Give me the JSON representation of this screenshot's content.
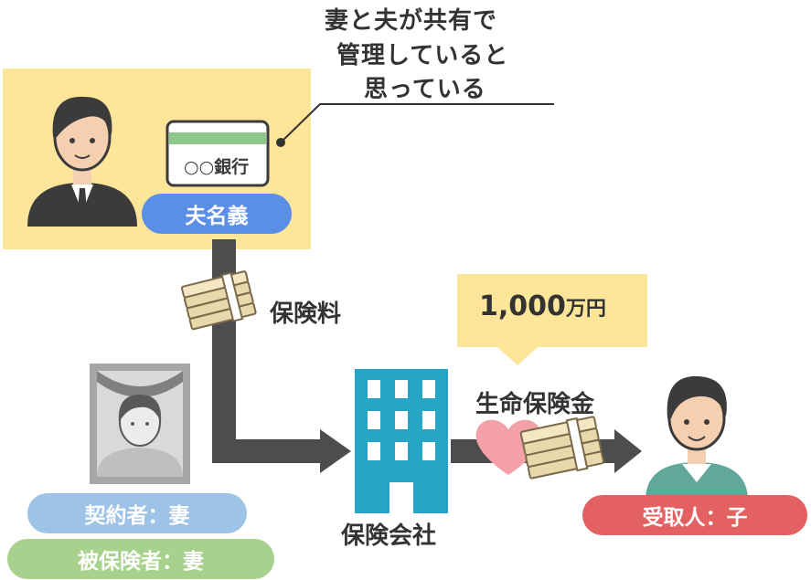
{
  "note_text": [
    "妻と夫が共有で",
    "管理していると",
    "思っている"
  ],
  "bank_card_label": "○○銀行",
  "account_holder_badge": "夫名義",
  "premium_label": "保険料",
  "payout_amount_number": "1,000",
  "payout_amount_unit": "万円",
  "benefit_label": "生命保険金",
  "insurer_label": "保険会社",
  "policyholder_badge": "契約者：妻",
  "insured_badge": "被保険者：妻",
  "recipient_badge": "受取人：子",
  "colors": {
    "highlight_yellow": "#fde59a",
    "arrow_dark": "#4d4d4d",
    "badge_blue": "#5b8ee6",
    "badge_light_blue": "#9dc3e6",
    "badge_green": "#a9d18e",
    "badge_red": "#e46161",
    "building_teal": "#26a6c4",
    "card_green": "#8ec68b",
    "heart_pink": "#f4a0a8",
    "money_tan": "#e8d9ad"
  }
}
